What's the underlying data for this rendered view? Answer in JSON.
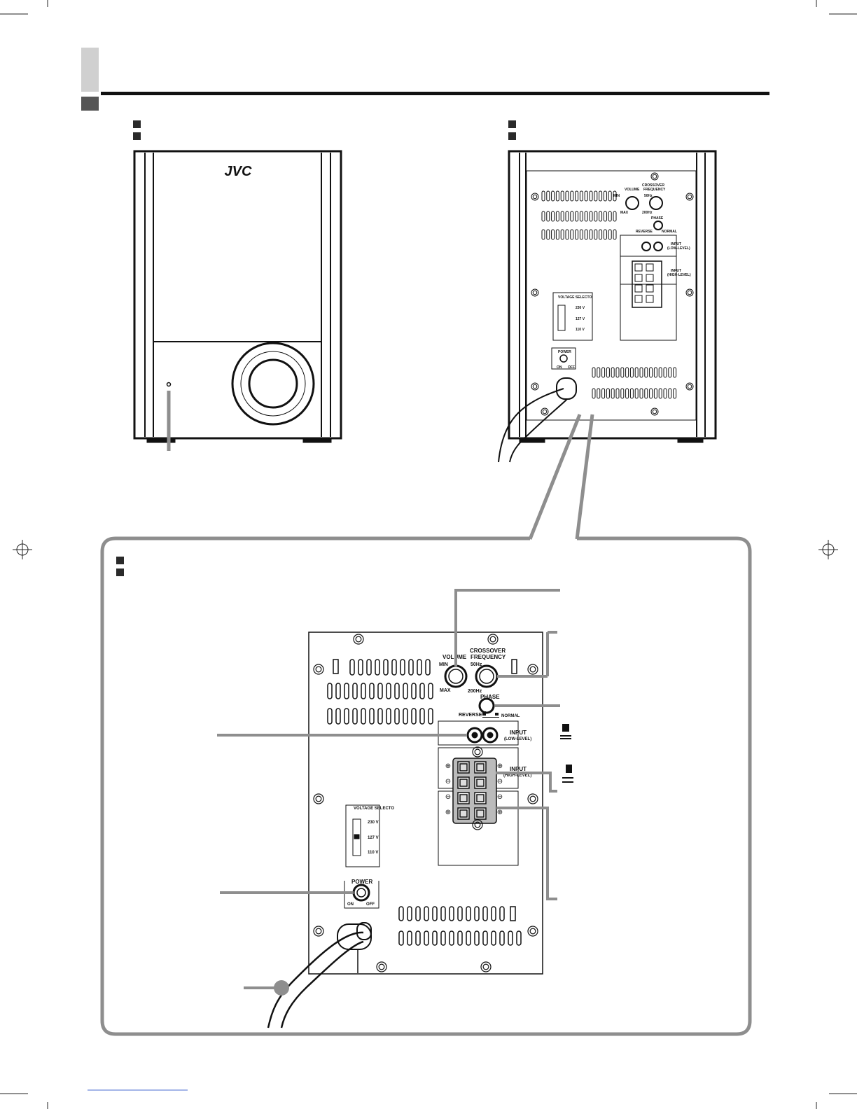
{
  "front_view": {
    "brand": "JVC"
  },
  "rear_view": {
    "volume": "VOLUME",
    "min": "MIN",
    "max": "MAX",
    "crossover": "CROSSOVER",
    "frequency": "FREQUENCY",
    "hz50": "50Hz",
    "hz200": "200Hz",
    "phase": "PHASE",
    "reverse": "REVERSE",
    "normal": "NORMAL",
    "input": "INPUT",
    "low_level": "(LOW-LEVEL)",
    "high_level": "(HIGH-LEVEL)",
    "voltage_selector": "VOLTAGE SELECTO",
    "v230": "230 V",
    "v127": "127 V",
    "v110": "110 V",
    "power": "POWER",
    "on": "ON",
    "off": "OFF"
  },
  "detail_view": {
    "volume": "VOLUME",
    "min": "MIN",
    "max": "MAX",
    "crossover": "CROSSOVER",
    "frequency": "FREQUENCY",
    "hz50": "50Hz",
    "hz200": "200Hz",
    "phase": "PHASE",
    "reverse": "REVERSE",
    "normal": "NORMAL",
    "input": "INPUT",
    "low_level": "(LOW-LEVEL)",
    "input2": "INPUT",
    "high_level": "(HIGH-LEVEL)",
    "voltage_selector": "VOLTAGE SELECTO",
    "v230": "230 V",
    "v127": "127 V",
    "v110": "110 V",
    "power": "POWER",
    "on": "ON",
    "off": "OFF"
  },
  "colors": {
    "callout_gray": "#8e8e8e",
    "header_gray": "#cfcfcf",
    "ink": "#111111"
  }
}
